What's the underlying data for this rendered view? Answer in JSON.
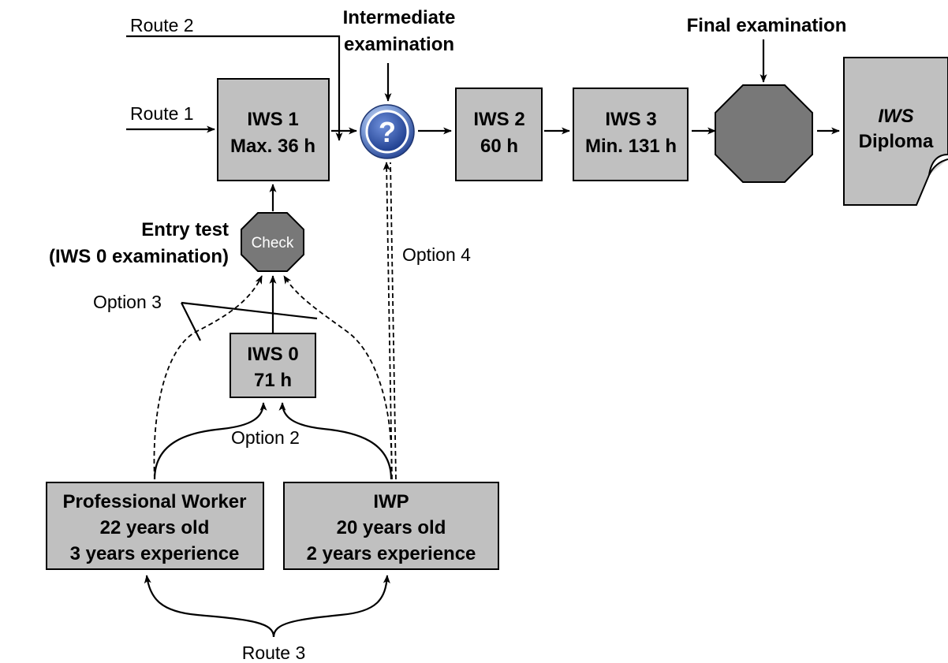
{
  "routes": {
    "route1": "Route 1",
    "route2": "Route 2",
    "route3": "Route 3"
  },
  "options": {
    "option2": "Option 2",
    "option3": "Option 3",
    "option4": "Option 4"
  },
  "exams": {
    "intermediate_line1": "Intermediate",
    "intermediate_line2": "examination",
    "intermediate_icon": "question-mark-icon",
    "final": "Final examination",
    "entry_line1": "Entry test",
    "entry_line2": "(IWS 0 examination)",
    "check_label": "Check"
  },
  "boxes": {
    "iws1": {
      "line1": "IWS 1",
      "line2": "Max. 36 h"
    },
    "iws2": {
      "line1": "IWS 2",
      "line2": "60 h"
    },
    "iws3": {
      "line1": "IWS 3",
      "line2": "Min. 131 h"
    },
    "iws0": {
      "line1": "IWS 0",
      "line2": "71 h"
    },
    "diploma": {
      "line1": "IWS",
      "line2": "Diploma"
    },
    "professional": {
      "line1": "Professional Worker",
      "line2": "22 years old",
      "line3": "3 years experience"
    },
    "iwp": {
      "line1": "IWP",
      "line2": "20 years old",
      "line3": "2 years experience"
    }
  },
  "colors": {
    "box_fill": "#c0c0c0",
    "octagon_fill": "#787878",
    "question_blue": "#3a5aa8"
  }
}
